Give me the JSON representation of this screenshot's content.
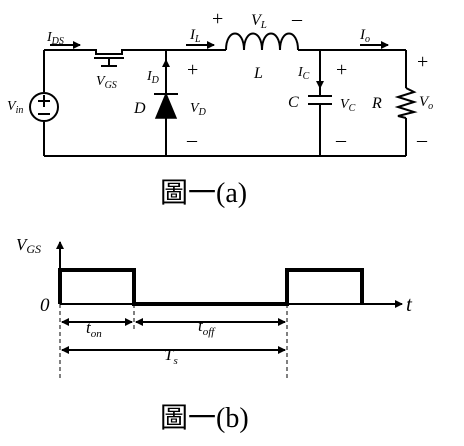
{
  "circuit": {
    "labels": {
      "ids_main": "I",
      "ids_sub": "DS",
      "vgs_main": "V",
      "vgs_sub": "GS",
      "il_main": "I",
      "il_sub": "L",
      "vl_main": "V",
      "vl_sub": "L",
      "inductor": "L",
      "io_main": "I",
      "io_sub": "o",
      "vin_main": "V",
      "vin_sub": "in",
      "id_main": "I",
      "id_sub": "D",
      "diode": "D",
      "vd_main": "V",
      "vd_sub": "D",
      "ic_main": "I",
      "ic_sub": "C",
      "capacitor": "C",
      "vc_main": "V",
      "vc_sub": "C",
      "resistor": "R",
      "vo_main": "V",
      "vo_sub": "o",
      "plus": "+",
      "minus": "–"
    },
    "caption": "圖一(a)"
  },
  "waveform": {
    "y_label_main": "V",
    "y_label_sub": "GS",
    "zero_label": "0",
    "x_label": "t",
    "ton_main": "t",
    "ton_sub": "on",
    "toff_main": "t",
    "toff_sub": "off",
    "ts_main": "T",
    "ts_sub": "s",
    "caption": "圖一(b)"
  }
}
